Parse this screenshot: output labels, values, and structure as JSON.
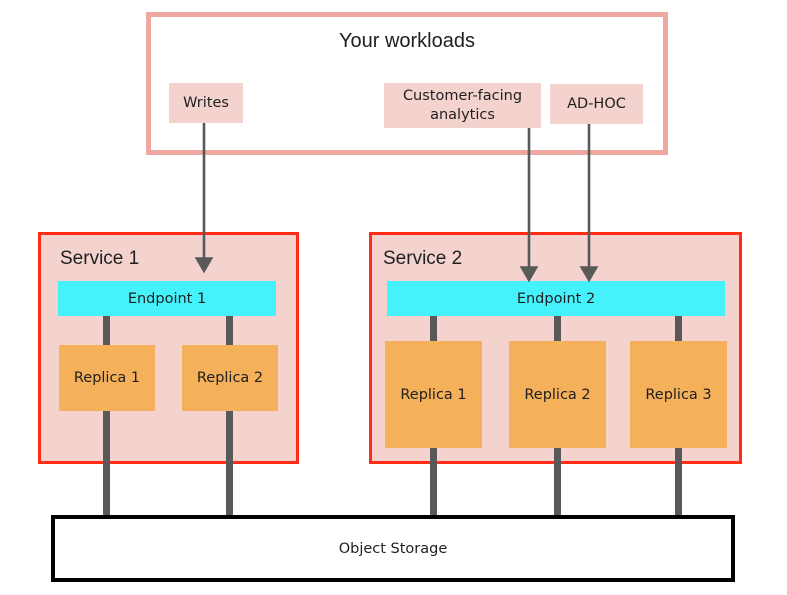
{
  "diagram": {
    "title": "Your workloads",
    "workloads": [
      {
        "id": "writes",
        "label": "Writes"
      },
      {
        "id": "cfa",
        "label": "Customer-facing analytics"
      },
      {
        "id": "adhoc",
        "label": "AD-HOC"
      }
    ],
    "services": [
      {
        "id": "service-1",
        "label": "Service 1",
        "endpoint": "Endpoint 1",
        "replicas": [
          "Replica 1",
          "Replica 2"
        ]
      },
      {
        "id": "service-2",
        "label": "Service 2",
        "endpoint": "Endpoint 2",
        "replicas": [
          "Replica 1",
          "Replica 2",
          "Replica 3"
        ]
      }
    ],
    "storage": {
      "label": "Object Storage"
    },
    "colors": {
      "workload_border": "#efa7a2",
      "workload_chip_fill": "#f4d3cf",
      "service_border": "#ff2d16",
      "service_fill": "#f4d3cf",
      "endpoint_fill": "#45f2fc",
      "replica_fill": "#f5b05a",
      "connector": "#595959",
      "storage_border": "#000000",
      "text": "#1f1f1f",
      "background": "#ffffff"
    },
    "flows": [
      {
        "from": "writes",
        "to": "service-1-endpoint"
      },
      {
        "from": "cfa",
        "to": "service-2-endpoint"
      },
      {
        "from": "adhoc",
        "to": "service-2-endpoint"
      }
    ]
  }
}
